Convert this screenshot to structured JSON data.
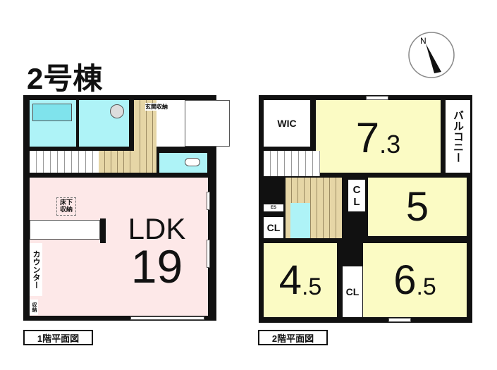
{
  "title": "2号棟",
  "compass": {
    "label": "N"
  },
  "floor1": {
    "caption": "1階平面図",
    "ldk_label": "LDK",
    "ldk_size": "19",
    "underfloor_storage": "床下収納",
    "entrance_storage": "玄関収納",
    "counter": "カウンター",
    "storage": "収納"
  },
  "floor2": {
    "caption": "2階平面図",
    "wic": "WIC",
    "balcony": "バルコニー",
    "room1": "7",
    "room1_dec": ".3",
    "room2": "5",
    "room3": "4",
    "room3_dec": ".5",
    "room4": "6",
    "room4_dec": ".5",
    "cl": "CL",
    "cl_vertical": "CL",
    "es": "ES"
  }
}
